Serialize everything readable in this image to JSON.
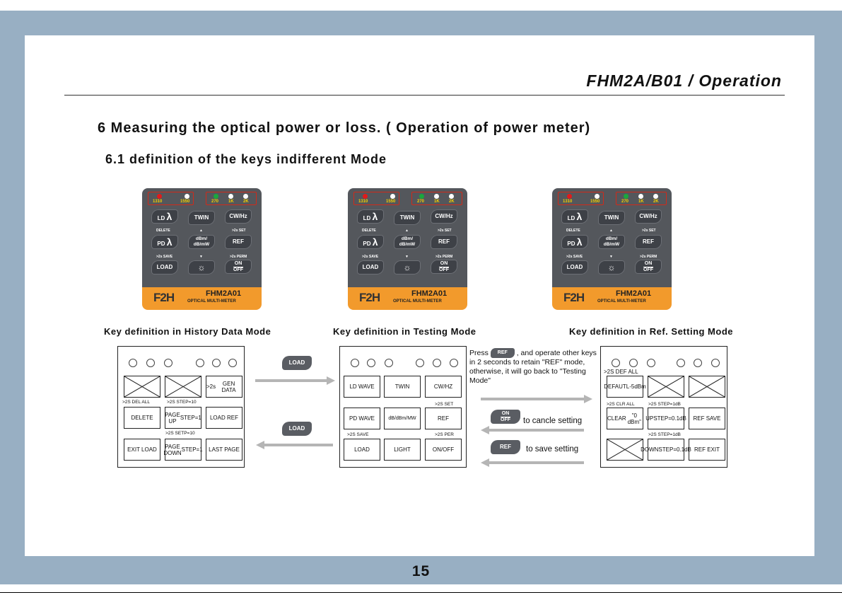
{
  "header": {
    "title": "FHM2A/B01 / Operation"
  },
  "section": {
    "title": "6   Measuring the optical power or loss. ( Operation of power meter)",
    "subtitle": "6.1   definition of the keys indifferent Mode"
  },
  "keypad": {
    "leds_left": [
      "1310",
      "1550"
    ],
    "leds_right": [
      "270",
      "1K",
      "2K"
    ],
    "keys": {
      "ld": "LD",
      "pd": "PD",
      "lambda": "λ",
      "twin": "TWIN",
      "cwhz": "CW/Hz",
      "dbm1": "dBm/",
      "dbm2": "dB/mW",
      "ref": "REF",
      "load": "LOAD",
      "on": "ON",
      "off": "OFF"
    },
    "labels": {
      "delete": "DELETE",
      "set": ">2s SET",
      "save": ">2s SAVE",
      "perm": ">2s PERM"
    },
    "brand": "F2H",
    "model": "FHM2A01",
    "subtitle": "OPTICAL MULTI-METER"
  },
  "captions": [
    "Key definition in History Data Mode",
    "Key definition in Testing Mode",
    "Key definition in Ref. Setting Mode"
  ],
  "history_mode": {
    "top_right": [
      ">2s",
      "GEN DATA"
    ],
    "labels": [
      ">2S DEL ALL",
      ">2S STEP=10",
      ">2S SETP=10"
    ],
    "delete": "DELETE",
    "page_up": [
      "PAGE UP",
      "STEP=1"
    ],
    "load_ref": "LOAD REF",
    "exit_load": "EXIT LOAD",
    "page_down": [
      "PAGE DOWN",
      "STEP=1"
    ],
    "last_page": "LAST PAGE"
  },
  "testing_mode": {
    "row1": [
      "LD WAVE",
      "TWIN",
      "CW/HZ"
    ],
    "row2": [
      "PD WAVE",
      "dB/dBm/MW",
      "REF"
    ],
    "row3": [
      "LOAD",
      "LIGHT",
      "ON/OFF"
    ],
    "labels": [
      ">2S SET",
      ">2S SAVE",
      ">2S PER"
    ]
  },
  "ref_mode": {
    "labels": [
      ">2S DEF ALL",
      ">2S CLR ALL",
      ">2S STEP=1dB",
      ">2S STEP=1dB"
    ],
    "default": [
      "DEFAUTL",
      "-5dBm"
    ],
    "clear": [
      "CLEAR",
      "\"0 dBm\""
    ],
    "up": [
      "UP",
      "STEP=0.1dB"
    ],
    "ref_save": "REF SAVE",
    "down": [
      "DOWN",
      "STEP=0.1dB"
    ],
    "ref_exit": "REF EXIT"
  },
  "arrows": {
    "load": "LOAD"
  },
  "note": {
    "press": "Press",
    "ref": "REF",
    "rest": ", and operate other keys in 2 seconds to retain \"REF\" mode, otherwise, it will go back to \"Testing Mode\""
  },
  "actions": {
    "cancel": "to cancle setting",
    "save": "to save setting",
    "on": "ON",
    "off": "OFF",
    "ref": "REF"
  },
  "page_number": "15"
}
